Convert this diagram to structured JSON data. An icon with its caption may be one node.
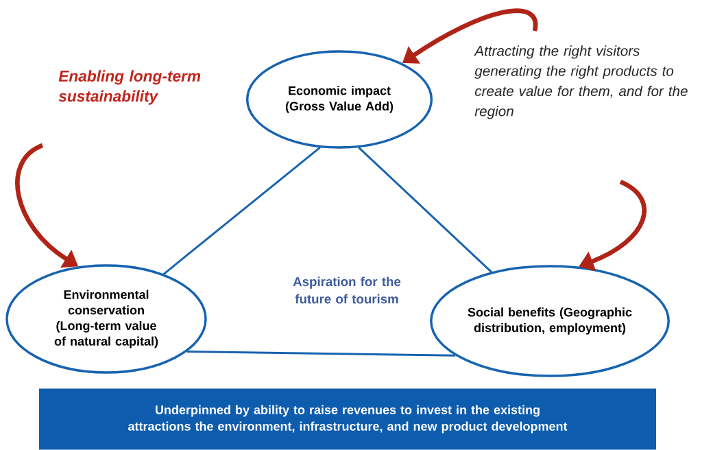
{
  "diagram": {
    "nodes": [
      {
        "text": [
          "Economic impact (Gross Value Add)"
        ]
      },
      {
        "text": [
          "Environmental conservation (Long-term value of natural capital)"
        ]
      },
      {
        "text": [
          "Social benefits (Geographic distribution, employment)"
        ]
      },
      {
        "text": [
          "Underpinned by ability to raise revenues to invest in the existing attractions the environment, infrastructure, and new product development"
        ]
      }
    ],
    "edges": [
      {
        "from": 0,
        "to": 1,
        "arrow": "none"
      },
      {
        "from": 0,
        "to": 2,
        "arrow": "none"
      },
      {
        "from": 1,
        "to": 2,
        "arrow": "none"
      },
      {
        "from": null,
        "to": 0,
        "arrow": "to",
        "style": "thick",
        "color": "#b02418"
      },
      {
        "from": null,
        "to": 1,
        "arrow": "to",
        "style": "thick",
        "color": "#b02418"
      },
      {
        "from": null,
        "to": 2,
        "arrow": "to",
        "style": "thick",
        "color": "#b02418"
      }
    ],
    "labels": [
      "Enabling long-term sustainability",
      "Attracting the right visitors generating the right products to create value for them, and for the region",
      "Aspiration for the future of tourism"
    ]
  }
}
